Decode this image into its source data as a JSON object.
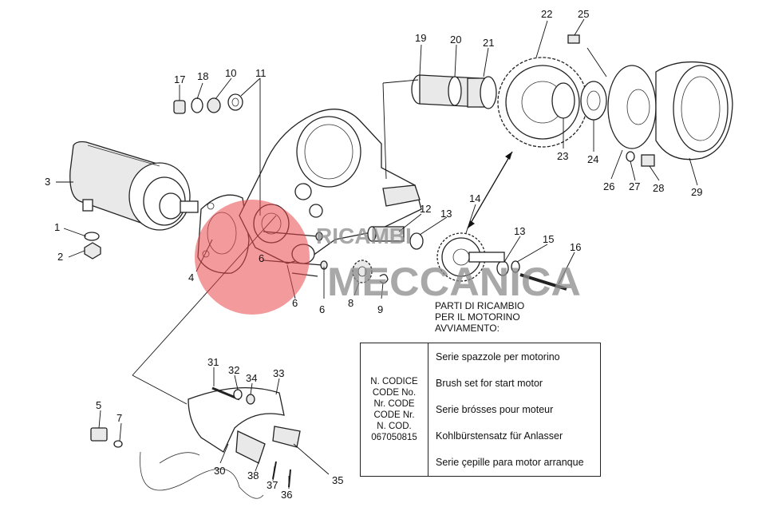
{
  "callouts": [
    "1",
    "2",
    "3",
    "4",
    "5",
    "6",
    "6",
    "6",
    "7",
    "8",
    "9",
    "10",
    "11",
    "12",
    "13",
    "13",
    "14",
    "15",
    "16",
    "17",
    "18",
    "19",
    "20",
    "21",
    "22",
    "23",
    "24",
    "25",
    "26",
    "27",
    "28",
    "29",
    "30",
    "31",
    "32",
    "33",
    "34",
    "35",
    "36",
    "37",
    "38"
  ],
  "watermark": {
    "line1": "RICAMBI",
    "line2": "MECCANICA",
    "color": "#e8474a"
  },
  "caption": {
    "line1": "PARTI DI RICAMBIO",
    "line2": "PER IL MOTORINO",
    "line3": "AVVIAMENTO:"
  },
  "table": {
    "code_lines": [
      "N. CODICE",
      "CODE No.",
      "Nr. CODE",
      "CODE Nr.",
      "N. COD.",
      "067050815"
    ],
    "descriptions": [
      "Serie spazzole per motorino",
      "Brush set for start motor",
      "Serie brósses pour moteur",
      "Kohlbürstensatz für Anlasser",
      "Serie çepille para motor arranque"
    ]
  }
}
